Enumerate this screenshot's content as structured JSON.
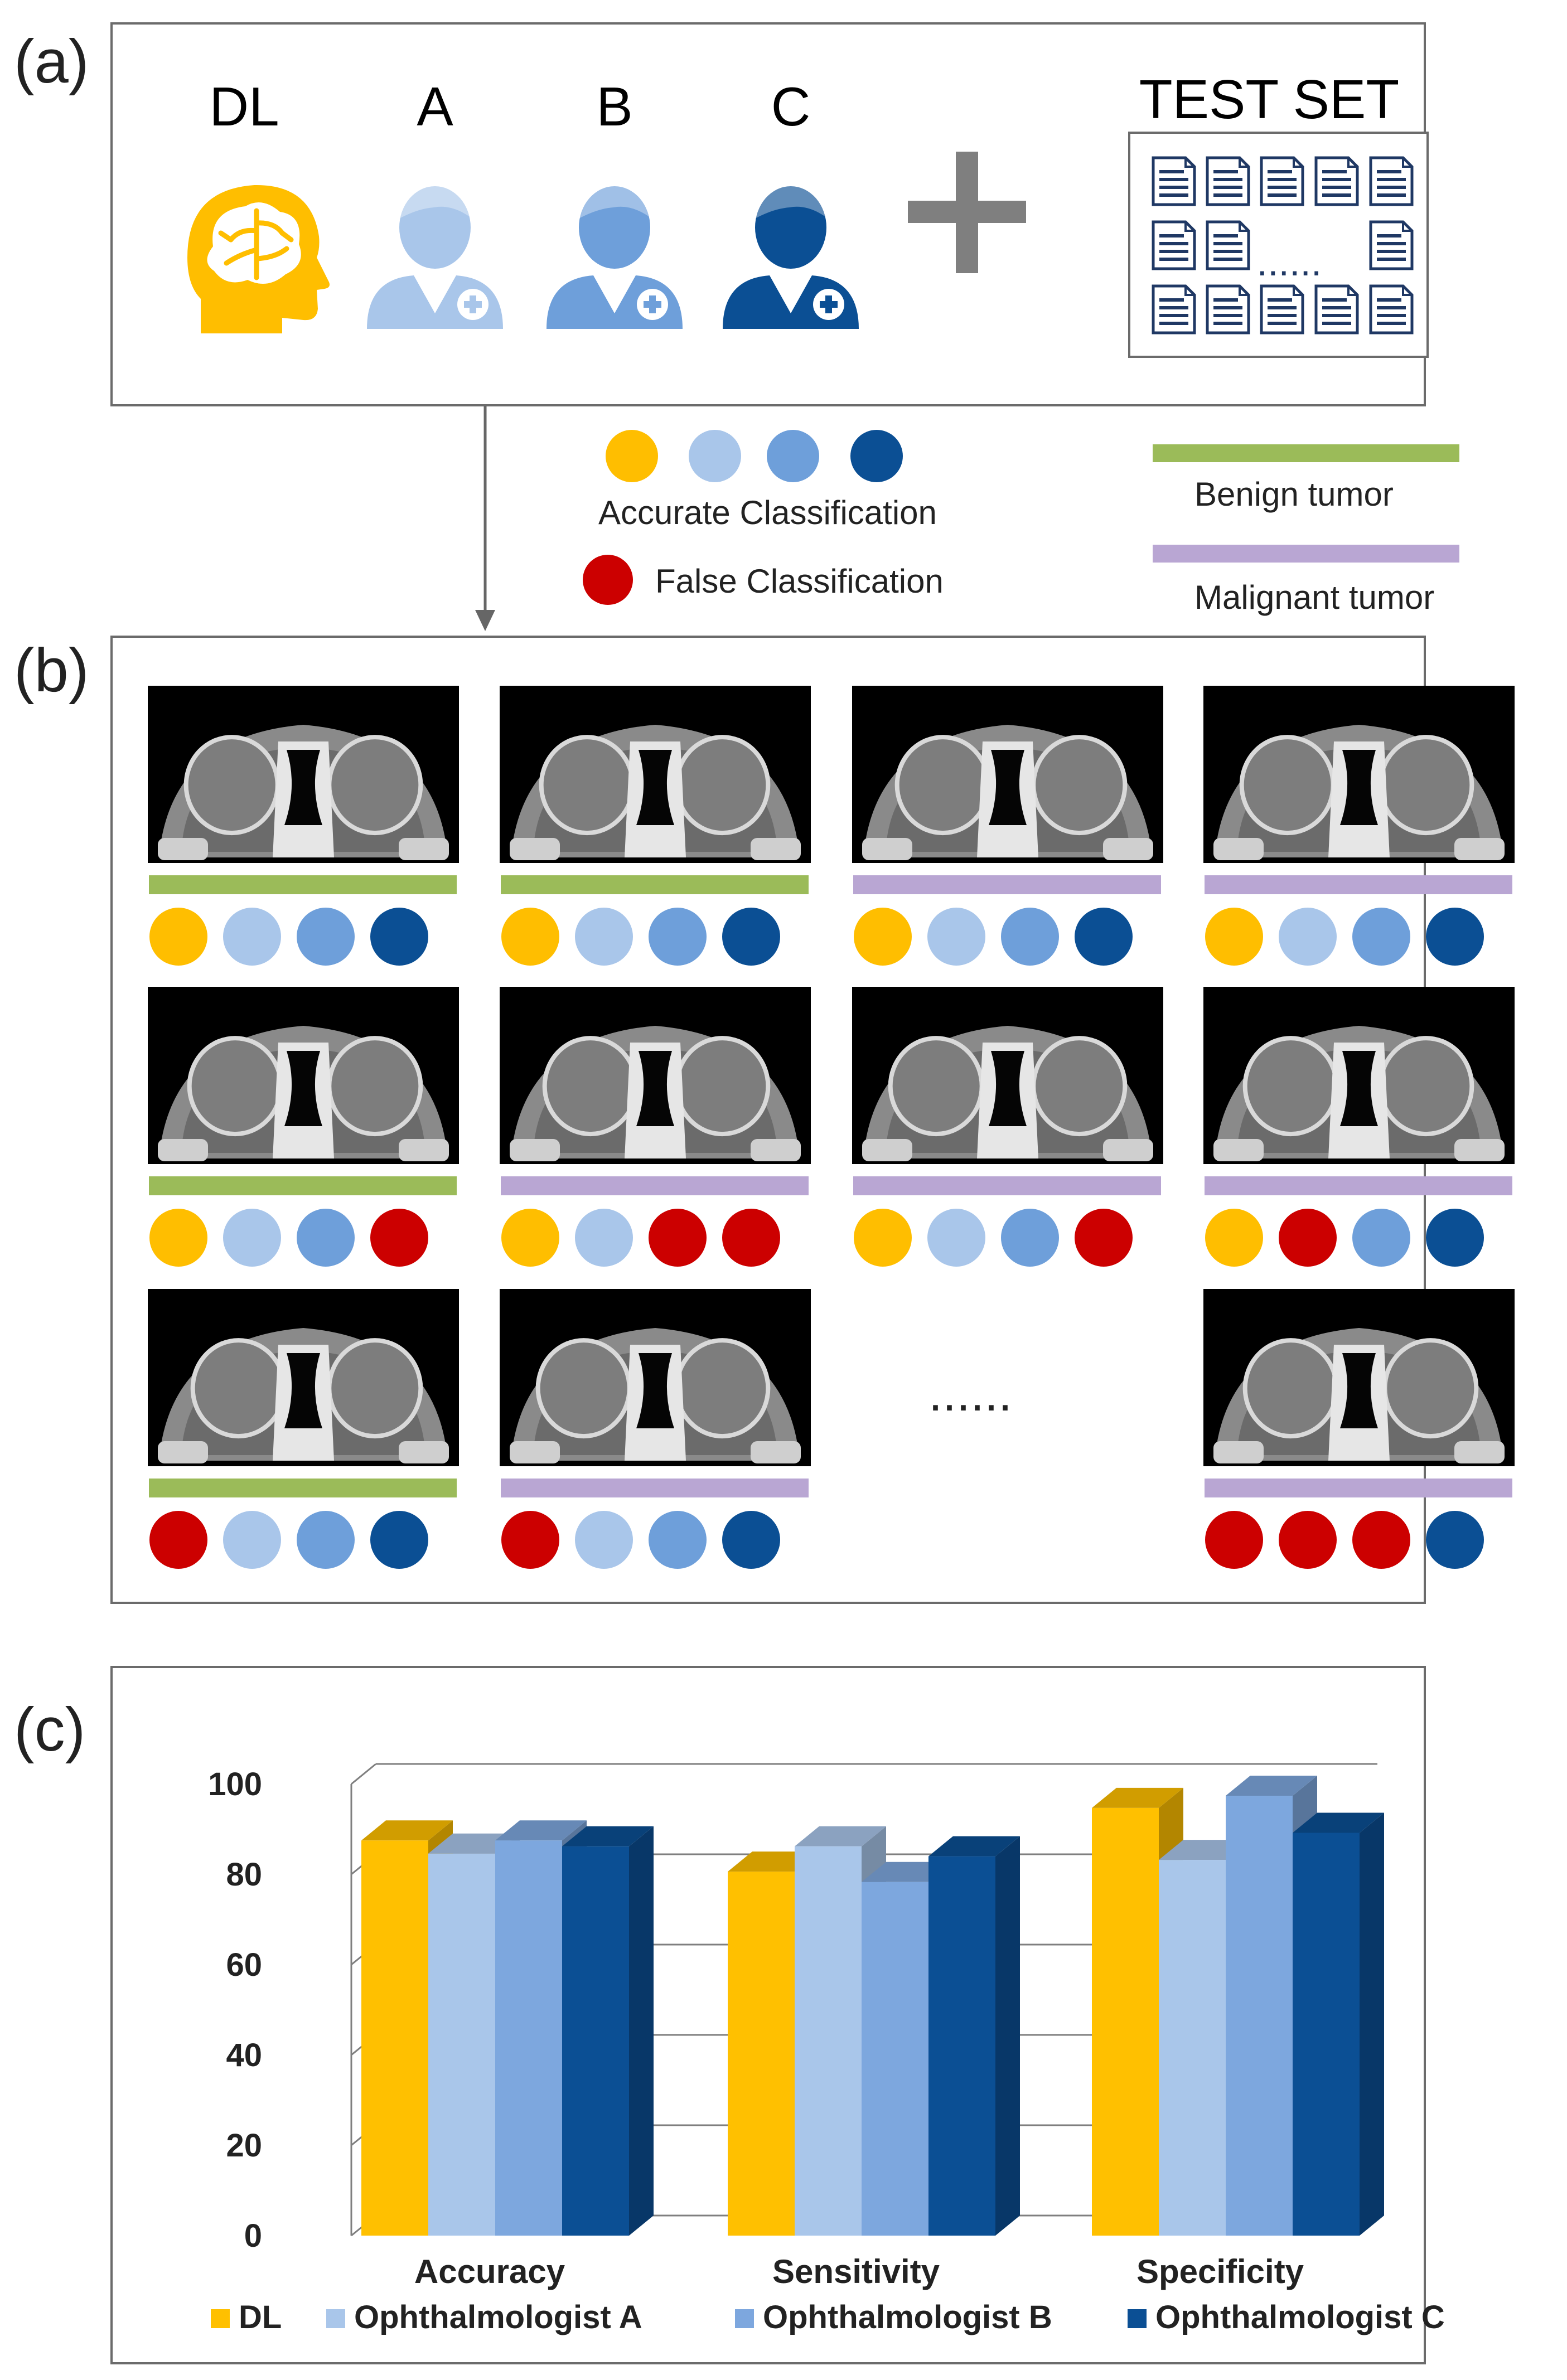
{
  "panel_a": {
    "label": "(a)",
    "readers": [
      {
        "name": "DL",
        "icon": "brain-head-icon",
        "color": "#FFBE00"
      },
      {
        "name": "A",
        "icon": "doctor-icon",
        "color": "#A9C6EA"
      },
      {
        "name": "B",
        "icon": "doctor-icon",
        "color": "#6E9FDA"
      },
      {
        "name": "C",
        "icon": "doctor-icon",
        "color": "#0B4F94"
      }
    ],
    "plus_icon": "plus-icon",
    "test_set_title": "TEST SET",
    "test_set_ellipsis": "......"
  },
  "legend": {
    "accurate_label": "Accurate Classification",
    "false_label": "False Classification",
    "benign_label": "Benign tumor",
    "malignant_label": "Malignant tumor",
    "benign_color": "#9BBB59",
    "malignant_color": "#B9A6D3",
    "false_color": "#CC0000"
  },
  "panel_b": {
    "label": "(b)",
    "ellipsis": "......",
    "cases": [
      {
        "row": 0,
        "col": 0,
        "tumor": "benign",
        "results": [
          "correct",
          "correct",
          "correct",
          "correct"
        ]
      },
      {
        "row": 0,
        "col": 1,
        "tumor": "benign",
        "results": [
          "correct",
          "correct",
          "correct",
          "correct"
        ]
      },
      {
        "row": 0,
        "col": 2,
        "tumor": "malignant",
        "results": [
          "correct",
          "correct",
          "correct",
          "correct"
        ]
      },
      {
        "row": 0,
        "col": 3,
        "tumor": "malignant",
        "results": [
          "correct",
          "correct",
          "correct",
          "correct"
        ]
      },
      {
        "row": 1,
        "col": 0,
        "tumor": "benign",
        "results": [
          "correct",
          "correct",
          "correct",
          "false"
        ]
      },
      {
        "row": 1,
        "col": 1,
        "tumor": "malignant",
        "results": [
          "correct",
          "correct",
          "false",
          "false"
        ]
      },
      {
        "row": 1,
        "col": 2,
        "tumor": "malignant",
        "results": [
          "correct",
          "correct",
          "correct",
          "false"
        ]
      },
      {
        "row": 1,
        "col": 3,
        "tumor": "malignant",
        "results": [
          "correct",
          "false",
          "correct",
          "correct"
        ]
      },
      {
        "row": 2,
        "col": 0,
        "tumor": "benign",
        "results": [
          "false",
          "correct",
          "correct",
          "correct"
        ]
      },
      {
        "row": 2,
        "col": 1,
        "tumor": "malignant",
        "results": [
          "false",
          "correct",
          "correct",
          "correct"
        ]
      },
      {
        "row": 2,
        "col": 3,
        "tumor": "malignant",
        "results": [
          "false",
          "false",
          "false",
          "correct"
        ]
      }
    ]
  },
  "panel_c": {
    "label": "(c)"
  },
  "chart_data": {
    "type": "bar",
    "categories": [
      "Accuracy",
      "Sensitivity",
      "Specificity"
    ],
    "series": [
      {
        "name": "DL",
        "values": [
          87.5,
          80.6,
          94.7
        ],
        "color": "#FFC000"
      },
      {
        "name": "Ophthalmologist A",
        "values": [
          84.6,
          86.2,
          83.2
        ],
        "color": "#A9C6EA"
      },
      {
        "name": "Ophthalmologist B",
        "values": [
          87.5,
          78.3,
          97.4
        ],
        "color": "#7DA7DE"
      },
      {
        "name": "Ophthalmologist C",
        "values": [
          86.2,
          84.0,
          89.2
        ],
        "color": "#0B4F94"
      }
    ],
    "ylim": [
      0,
      100
    ],
    "yticks": [
      "0",
      "20",
      "40",
      "60",
      "80",
      "100"
    ],
    "grid": true,
    "legend_position": "bottom"
  }
}
